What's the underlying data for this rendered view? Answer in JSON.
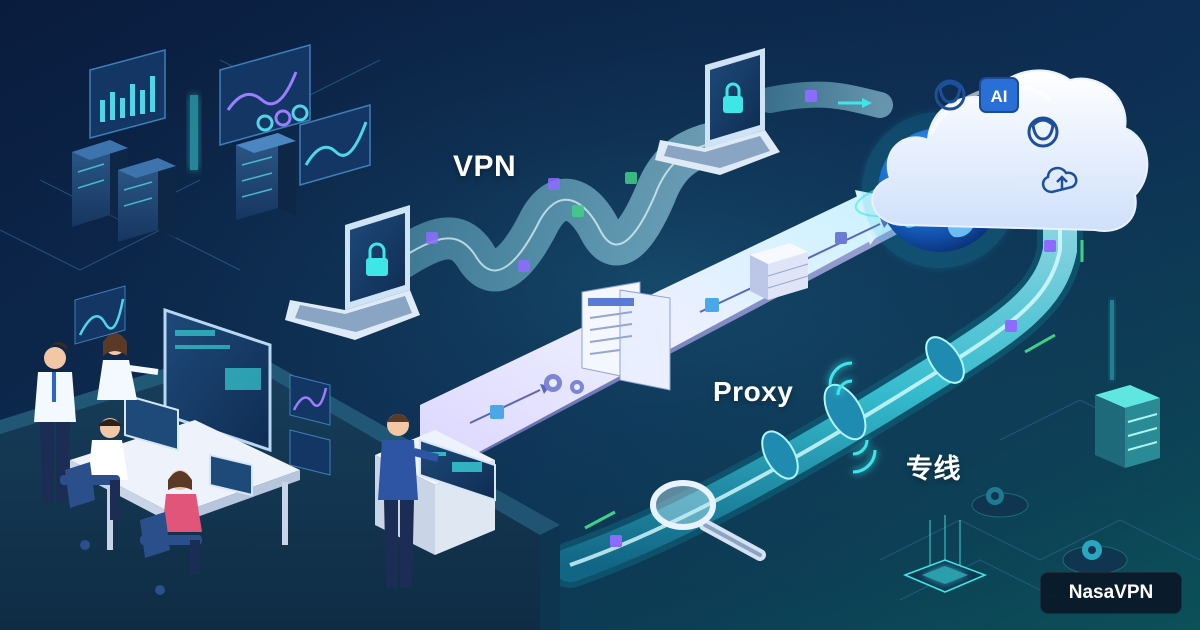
{
  "labels": {
    "vpn": "VPN",
    "proxy": "Proxy",
    "dedicated_line": "专线",
    "cloud_ai": "AI"
  },
  "brand": {
    "name": "NasaVPN"
  },
  "icons": [
    "lock-icon",
    "ai-chip-icon",
    "openai-logo-icon",
    "cloud-upload-icon",
    "globe-icon",
    "gear-icon",
    "magnifier-icon",
    "signal-wave-icon",
    "server-rack-icon"
  ],
  "colors": {
    "background_top": "#0b1f3f",
    "background_bottom": "#0c4a57",
    "accent_cyan": "#3ee6e8",
    "accent_teal": "#2cc6c0",
    "tunnel_glass": "#bfe8f6",
    "proxy_bridge": "#e9edfb",
    "cloud": "#f4f8ff"
  }
}
